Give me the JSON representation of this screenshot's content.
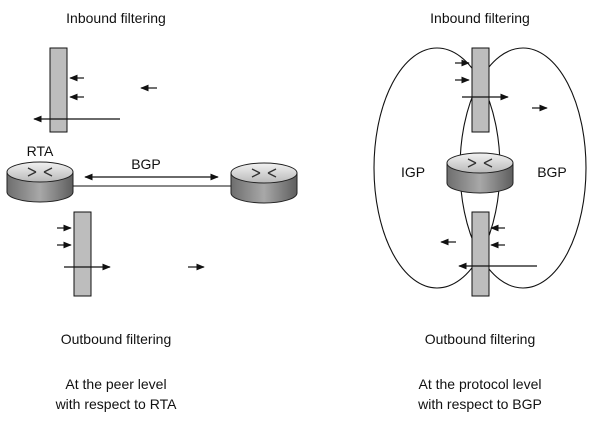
{
  "left_panel": {
    "top_label": "Inbound filtering",
    "router_label": "RTA",
    "link_label": "BGP",
    "bottom_label": "Outbound filtering",
    "caption_line1": "At the peer level",
    "caption_line2": "with respect to RTA"
  },
  "right_panel": {
    "top_label": "Inbound filtering",
    "left_region_label": "IGP",
    "right_region_label": "BGP",
    "bottom_label": "Outbound filtering",
    "caption_line1": "At the protocol level",
    "caption_line2": "with respect to BGP"
  },
  "colors": {
    "filter_bar_fill": "#bdbdbd",
    "router_top": "#d8d8d8",
    "router_side": "#8a8a8a",
    "line": "#111111"
  },
  "icons": [
    "router-icon",
    "filter-bar",
    "arrow"
  ]
}
